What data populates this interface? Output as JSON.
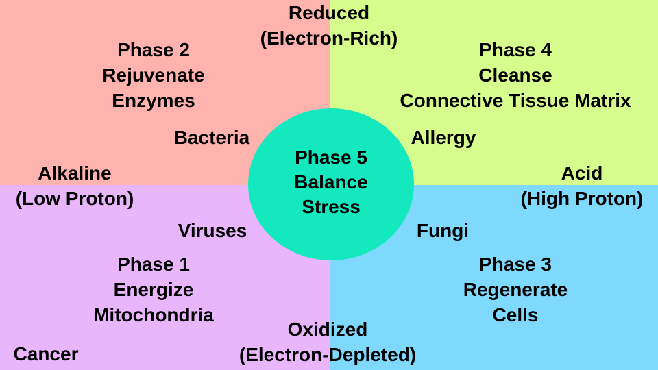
{
  "colors": {
    "phase2_quadrant": "#ffb3ae",
    "phase4_quadrant": "#d6fc8e",
    "phase1_quadrant": "#e9b6fc",
    "phase3_quadrant": "#7fd9fd",
    "center_circle": "#14e8bf",
    "text": "#000000"
  },
  "axis": {
    "top": [
      "Reduced",
      "(Electron-Rich)"
    ],
    "bottom": [
      "Oxidized",
      "(Electron-Depleted)"
    ],
    "left": [
      "Alkaline",
      "(Low Proton)"
    ],
    "right": [
      "Acid",
      "(High Proton)"
    ]
  },
  "phases": {
    "phase2": [
      "Phase 2",
      "Rejuvenate",
      "Enzymes"
    ],
    "phase4": [
      "Phase 4",
      "Cleanse",
      "Connective Tissue Matrix"
    ],
    "phase1": [
      "Phase 1",
      "Energize",
      "Mitochondria"
    ],
    "phase3": [
      "Phase 3",
      "Regenerate",
      "Cells"
    ],
    "phase5": [
      "Phase 5",
      "Balance",
      "Stress"
    ]
  },
  "microbes": {
    "bacteria": "Bacteria",
    "allergy": "Allergy",
    "viruses": "Viruses",
    "fungi": "Fungi",
    "cancer": "Cancer"
  }
}
